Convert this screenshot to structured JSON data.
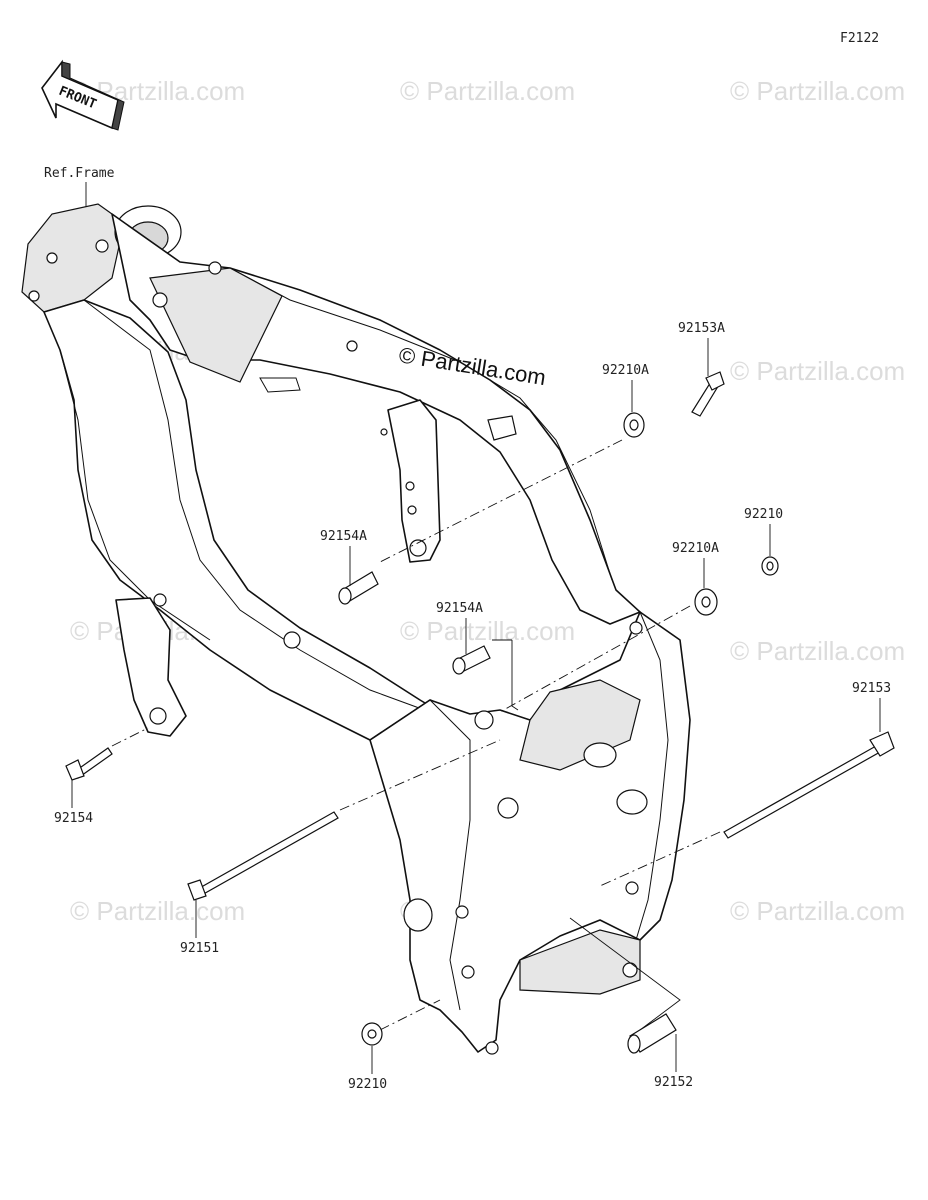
{
  "diagram_code": "F2122",
  "front_label": "FRONT",
  "ref_label": "Ref.Frame",
  "brand_watermark": "© Partzilla.com",
  "watermark_text": "© Partzilla.com",
  "parts": [
    "92153A",
    "92210A",
    "92210",
    "92210A",
    "92154A",
    "92154A",
    "92153",
    "92154",
    "92151",
    "92210",
    "92152"
  ]
}
